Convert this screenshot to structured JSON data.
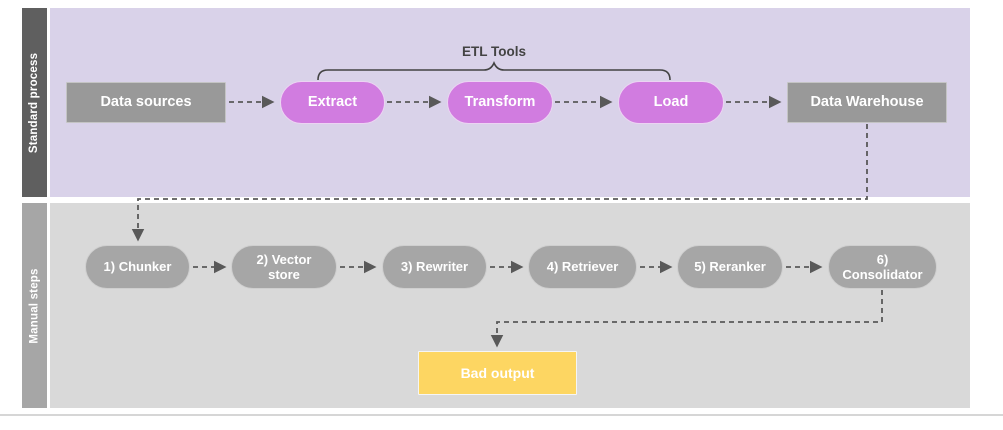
{
  "diagram": {
    "lanes": {
      "standard": {
        "label": "Standard process"
      },
      "manual": {
        "label": "Manual steps"
      }
    },
    "standard_process": {
      "data_sources_label": "Data sources",
      "extract_label": "Extract",
      "transform_label": "Transform",
      "load_label": "Load",
      "data_warehouse_label": "Data Warehouse",
      "bracket_label": "ETL Tools"
    },
    "manual_steps": {
      "chunker_label": "1) Chunker",
      "vector_store_label": "2) Vector store",
      "rewriter_label": "3) Rewriter",
      "retriever_label": "4) Retriever",
      "reranker_label": "5) Reranker",
      "consolidator_label": "6) Consolidator",
      "bad_output_label": "Bad output"
    },
    "colors": {
      "standard_lane_bg": "#d9d2e9",
      "standard_lane_bar": "#5f5f5f",
      "manual_lane_bg": "#d9d9d9",
      "manual_lane_bar": "#a6a6a6",
      "gray_node": "#999999",
      "magenta_pill": "#d17ce0",
      "gray_pill": "#a6a6a6",
      "bad_output": "#fdd662",
      "connector": "#595959",
      "bracket": "#434343"
    }
  }
}
